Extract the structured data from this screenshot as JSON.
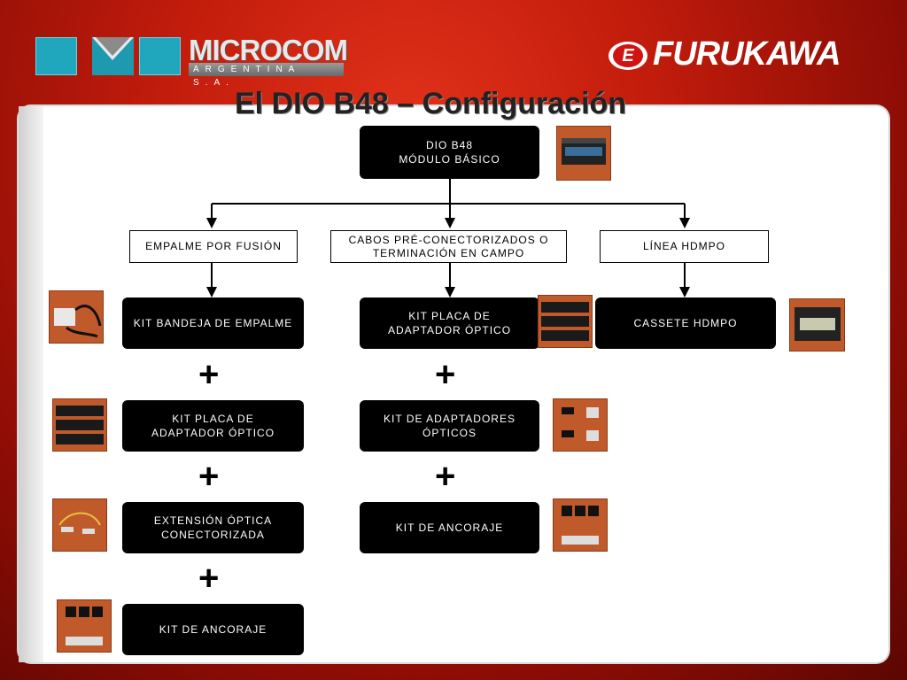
{
  "header": {
    "left_logo": {
      "name": "MICROCOM",
      "subtitle": "ARGENTINA S.A."
    },
    "right_logo": {
      "badge": "E",
      "name": "FURUKAWA"
    }
  },
  "diagram": {
    "title": "El DIO B48 – Configuración",
    "root": "DIO B48\nMÓDULO BÁSICO",
    "branches": [
      {
        "label": "EMPALME POR FUSIÓN",
        "steps": [
          "KIT BANDEJA DE EMPALME",
          "KIT PLACA DE\nADAPTADOR ÓPTICO",
          "EXTENSIÓN ÓPTICA\nCONECTORIZADA",
          "KIT DE ANCORAJE"
        ]
      },
      {
        "label": "CABOS PRÉ-CONECTORIZADOS O\nTERMINACIÓN EN CAMPO",
        "steps": [
          "KIT PLACA DE\nADAPTADOR ÓPTICO",
          "KIT DE ADAPTADORES\nÓPTICOS",
          "KIT DE ANCORAJE"
        ]
      },
      {
        "label": "LÍNEA HDMPO",
        "steps": [
          "CASSETE HDMPO"
        ]
      }
    ],
    "plus_sign": "+"
  },
  "colors": {
    "background": "#c21c0c",
    "accent": "#20a7bd",
    "box": "#000000",
    "panel": "#ffffff"
  }
}
